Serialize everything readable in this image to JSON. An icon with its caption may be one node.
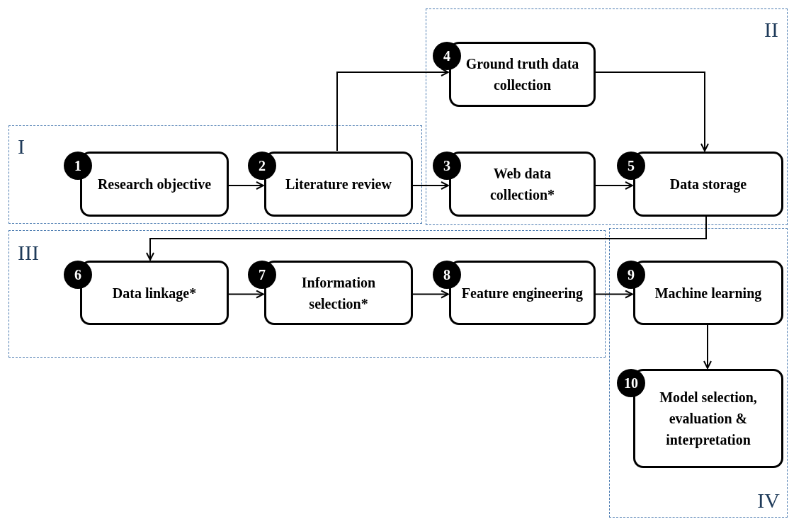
{
  "diagram": {
    "nodes": [
      {
        "text": [
          "I"
        ]
      },
      {
        "text": [
          "1",
          "Research objective"
        ],
        "in": 0
      },
      {
        "text": [
          "2",
          "Literature review"
        ],
        "in": 0
      },
      {
        "text": [
          "II"
        ]
      },
      {
        "text": [
          "4",
          "Ground truth data collection"
        ],
        "in": 3
      },
      {
        "text": [
          "3",
          "Web data collection*"
        ],
        "in": 3
      },
      {
        "text": [
          "5",
          "Data storage"
        ],
        "in": 3
      },
      {
        "text": [
          "III"
        ]
      },
      {
        "text": [
          "6",
          "Data linkage*"
        ],
        "in": 7
      },
      {
        "text": [
          "7",
          "Information selection*"
        ],
        "in": 7
      },
      {
        "text": [
          "8",
          "Feature engineering"
        ],
        "in": 7
      },
      {
        "text": [
          "IV"
        ]
      },
      {
        "text": [
          "9",
          "Machine learning"
        ],
        "in": 11
      },
      {
        "text": [
          "10",
          "Model selection, evaluation & interpretation"
        ],
        "in": 11
      }
    ],
    "edges": [
      {
        "from": 1,
        "to": 2,
        "arrow": "to"
      },
      {
        "from": 2,
        "to": 4,
        "arrow": "to"
      },
      {
        "from": 2,
        "to": 5,
        "arrow": "to"
      },
      {
        "from": 5,
        "to": 6,
        "arrow": "to"
      },
      {
        "from": 4,
        "to": 6,
        "arrow": "to"
      },
      {
        "from": 6,
        "to": 8,
        "arrow": "to"
      },
      {
        "from": 8,
        "to": 9,
        "arrow": "to"
      },
      {
        "from": 9,
        "to": 10,
        "arrow": "to"
      },
      {
        "from": 10,
        "to": 12,
        "arrow": "to"
      },
      {
        "from": 12,
        "to": 13,
        "arrow": "to"
      }
    ]
  }
}
